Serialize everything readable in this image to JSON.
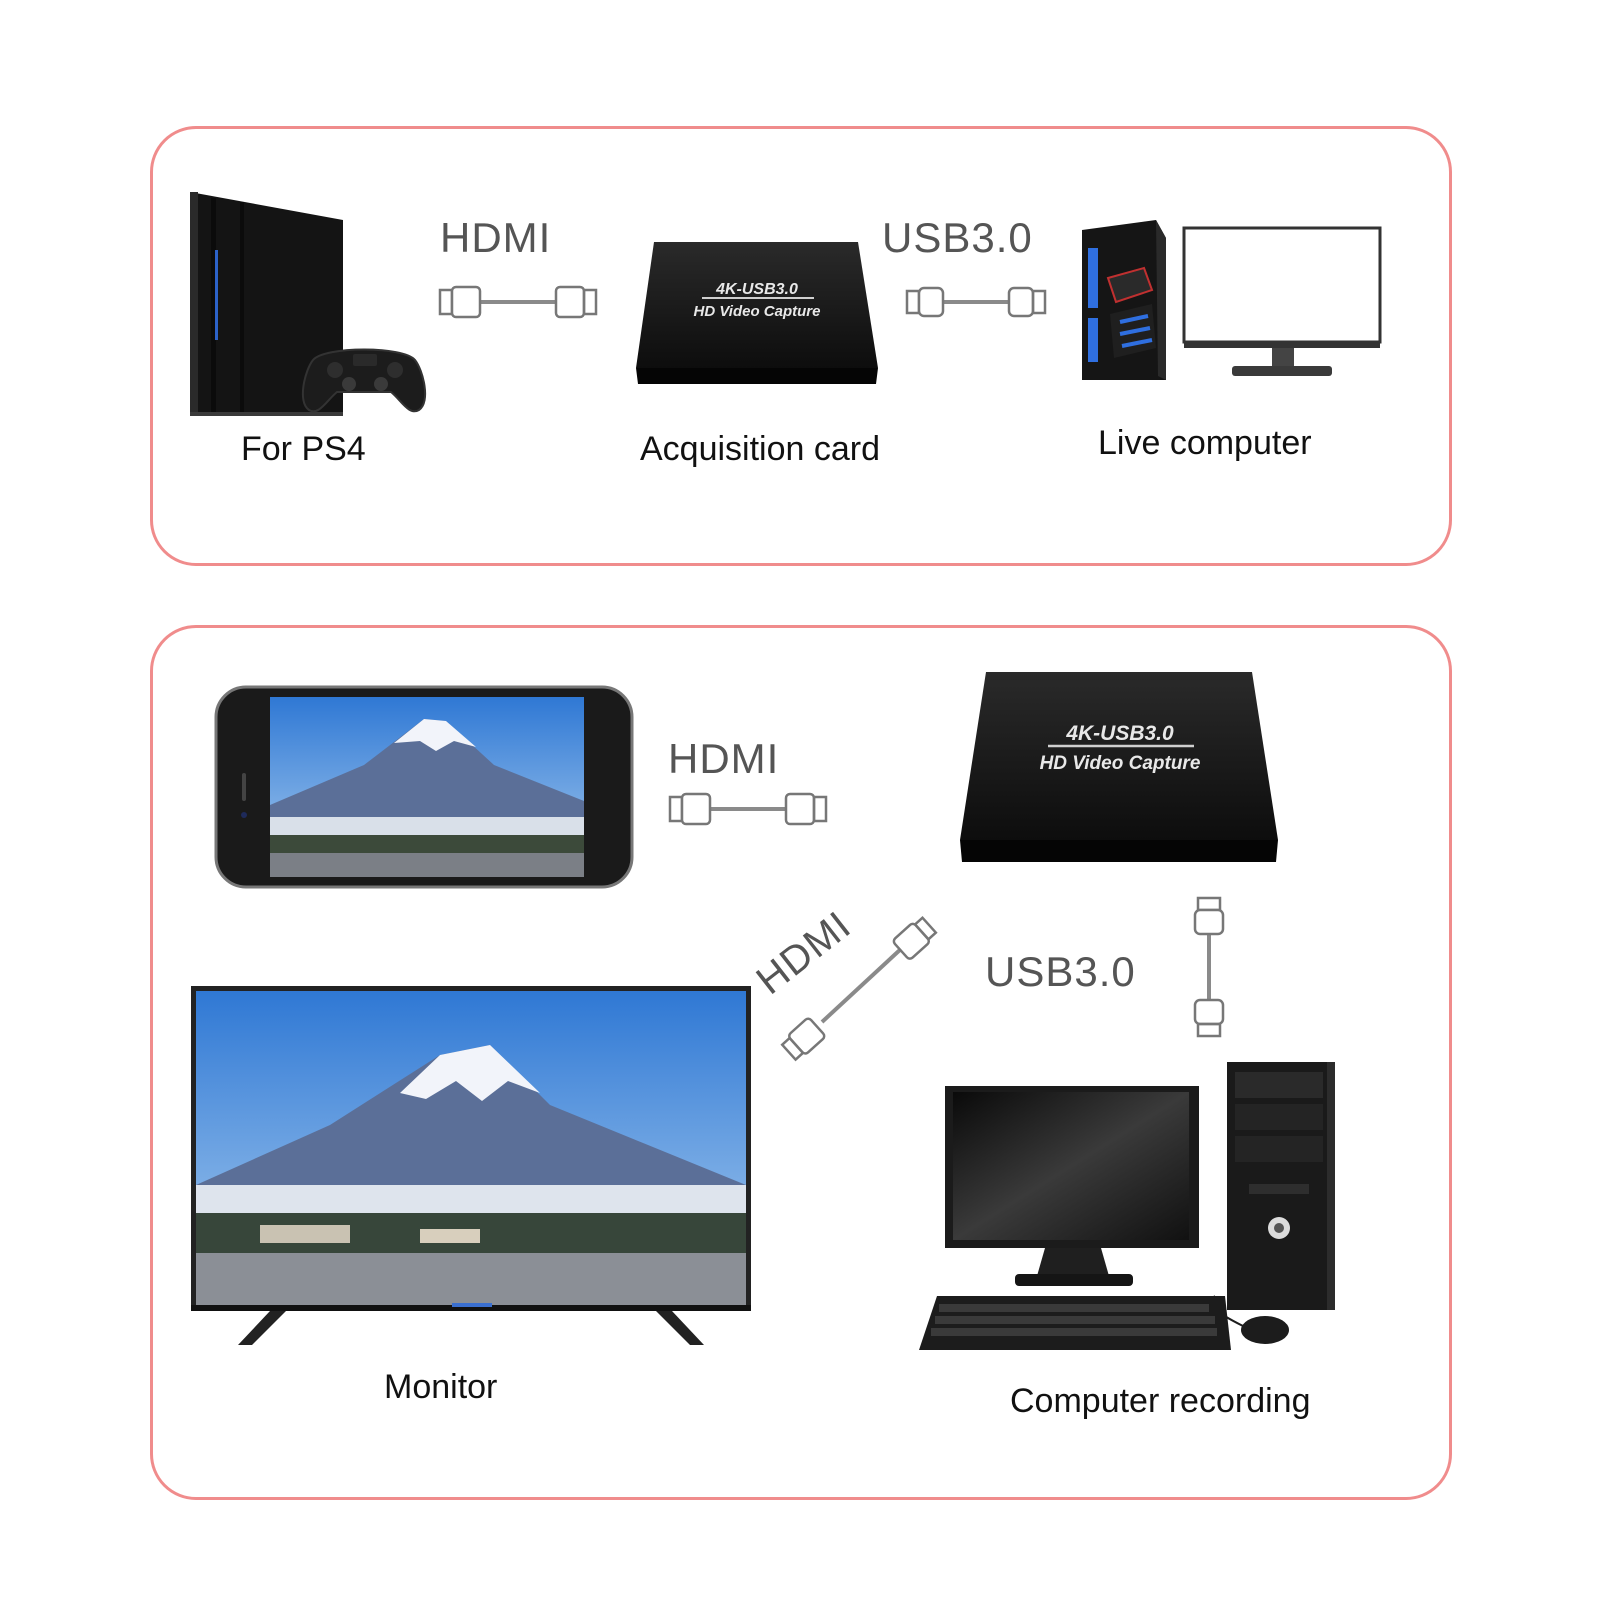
{
  "top": {
    "source_label": "For PS4",
    "card_label": "Acquisition card",
    "dest_label": "Live computer",
    "cable1_label": "HDMI",
    "cable2_label": "USB3.0"
  },
  "bottom": {
    "monitor_label": "Monitor",
    "recording_label": "Computer recording",
    "cable1_label": "HDMI",
    "cable2_label": "HDMI",
    "cable3_label": "USB3.0"
  },
  "capture_card": {
    "line1": "4K-USB3.0",
    "line2": "HD Video Capture"
  },
  "colors": {
    "panel_border": "#f08c8c",
    "device_body": "#1a1a1a",
    "sky": "#3a7fd0",
    "snow": "#f2f4fa",
    "tower_accent": "#2f6fe0"
  }
}
